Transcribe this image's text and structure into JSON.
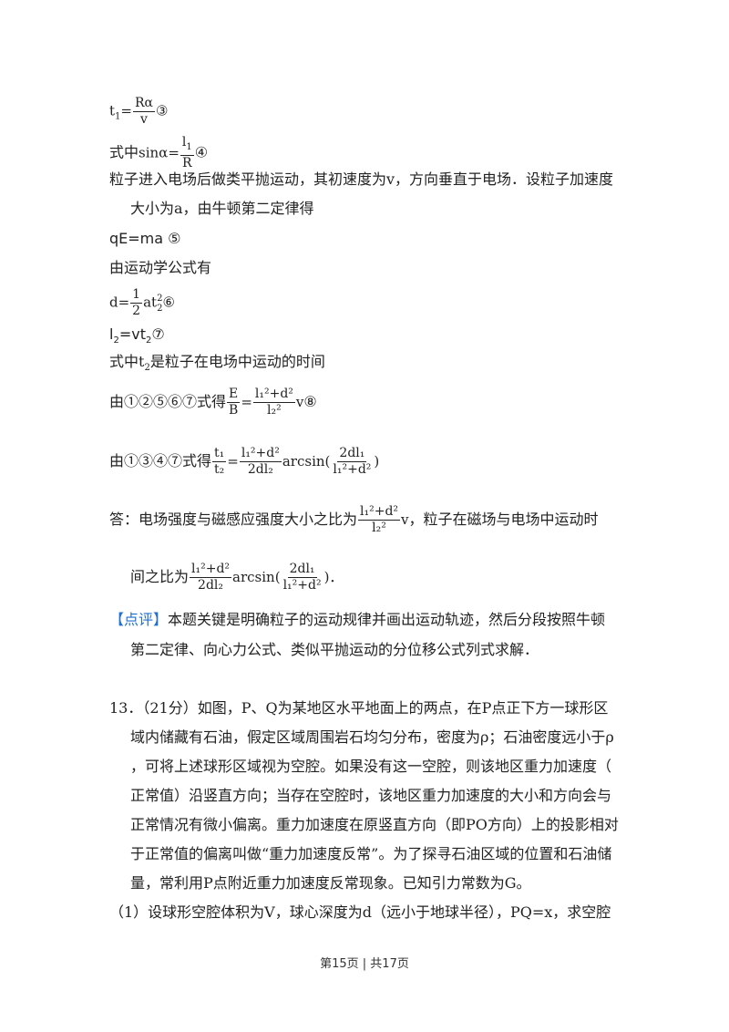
{
  "eq3": {
    "lhs": "t",
    "lhs_sub": "1",
    "eq": "=",
    "num": "Rα",
    "den": "v",
    "mark": "③"
  },
  "eq4": {
    "prefix": "式中",
    "lhs": "sinα",
    "eq": "=",
    "num": "l",
    "num_sub": "1",
    "den": "R",
    "mark": "④"
  },
  "p1": {
    "line1": "粒子进入电场后做类平抛运动，其初速度为v，方向垂直于电场．设粒子加速度",
    "line2": "大小为a，由牛顿第二定律得"
  },
  "eq5": "qE=ma ⑤",
  "p2": "由运动学公式有",
  "eq6": {
    "lhs": "d=",
    "num": "1",
    "den": "2",
    "rest": "at",
    "sup": "2",
    "sub": "2",
    "mark": "⑥"
  },
  "eq7": {
    "a": "l",
    "a_sub": "2",
    "b": "=vt",
    "b_sub": "2",
    "mark": "⑦"
  },
  "p3": {
    "a": "式中t",
    "a_sub": "2",
    "b": "是粒子在电场中运动的时间"
  },
  "eq8": {
    "prefix": "由①②⑤⑥⑦式得",
    "l_num": "E",
    "l_den": "B",
    "eq": "=",
    "num": "l₁²+d²",
    "den": "l₂²",
    "tail": "v",
    "mark": "⑧"
  },
  "eq9": {
    "prefix": "由①③④⑦式得",
    "l_num": "t₁",
    "l_den": "t₂",
    "eq": "=",
    "num": "l₁²+d²",
    "den": "2dl₂",
    "fn": "arcsin(",
    "a_num": "2dl₁",
    "a_den": "l₁²+d²",
    "close": ")"
  },
  "answer": {
    "prefix": "答：电场强度与磁感应强度大小之比为",
    "num": "l₁²+d²",
    "den": "l₂²",
    "tail": "v",
    "suffix": "，粒子在磁场与电场中运动时",
    "line2_prefix": "间之比为",
    "num2": "l₁²+d²",
    "den2": "2dl₂",
    "fn": "arcsin(",
    "a_num": "2dl₁",
    "a_den": "l₁²+d²",
    "close": ")．"
  },
  "comment": {
    "tag": "【点评】",
    "line1": "本题关键是明确粒子的运动规律并画出运动轨迹，然后分段按照牛顿",
    "line2": "第二定律、向心力公式、类似平抛运动的分位移公式列式求解．"
  },
  "q13": {
    "lines": [
      "13．（21分）如图，P、Q为某地区水平地面上的两点，在P点正下方一球形区",
      "域内储藏有石油，假定区域周围岩石均匀分布，密度为ρ；石油密度远小于ρ",
      "，可将上述球形区域视为空腔。如果没有这一空腔，则该地区重力加速度（",
      "正常值）沿竖直方向；当存在空腔时，该地区重力加速度的大小和方向会与",
      "正常情况有微小偏离。重力加速度在原竖直方向（即PO方向）上的投影相对",
      "于正常值的偏离叫做“重力加速度反常”。为了探寻石油区域的位置和石油储",
      "量，常利用P点附近重力加速度反常现象。已知引力常数为G。"
    ],
    "sub1": "（1）设球形空腔体积为V，球心深度为d（远小于地球半径），PQ=x，求空腔"
  },
  "footer": "第15页 | 共17页"
}
